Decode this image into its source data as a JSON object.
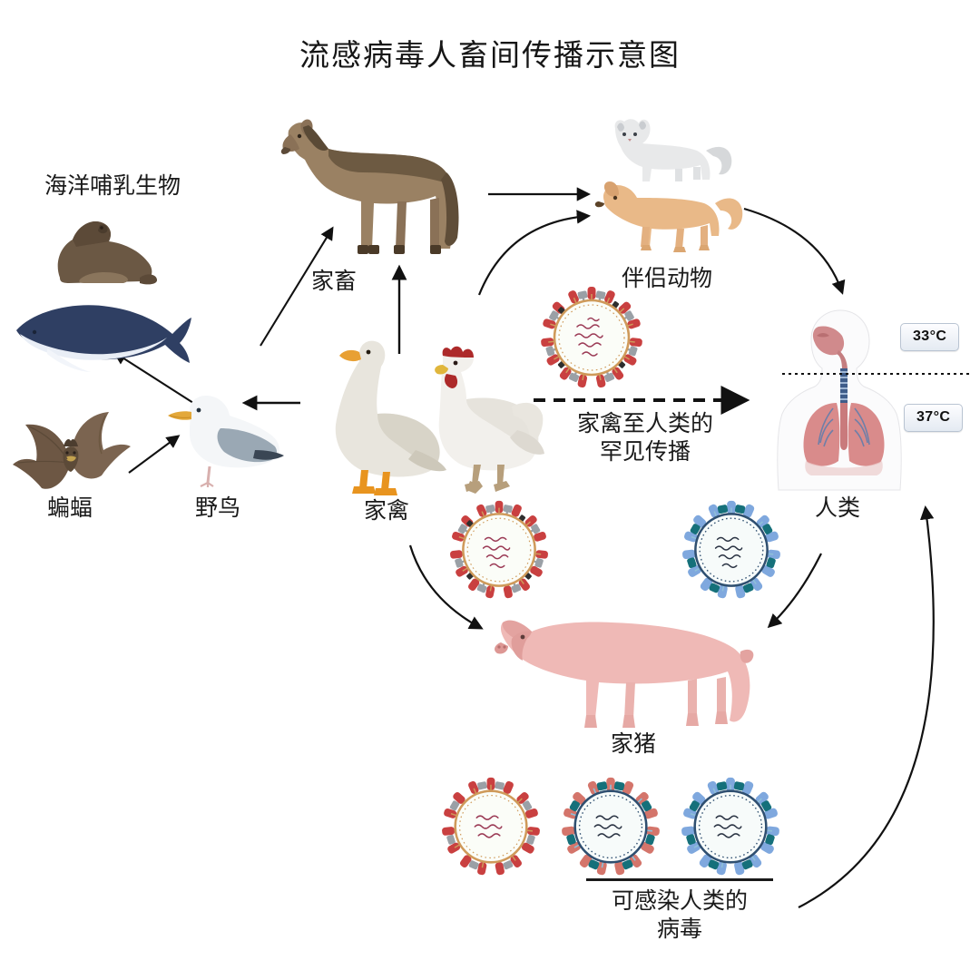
{
  "title": "流感病毒人畜间传播示意图",
  "nodes": {
    "marine_mammals": "海洋哺乳生物",
    "bat": "蝙蝠",
    "wild_birds": "野鸟",
    "livestock": "家畜",
    "poultry": "家禽",
    "companion_animals": "伴侣动物",
    "humans": "人类",
    "pig": "家猪"
  },
  "annotations": {
    "rare_poultry_to_human_line1": "家禽至人类的",
    "rare_poultry_to_human_line2": "罕见传播",
    "human_infecting_viruses_line1": "可感染人类的",
    "human_infecting_viruses_line2": "病毒"
  },
  "temperatures": {
    "upper_airway": "33°C",
    "lower_airway": "37°C"
  },
  "colors": {
    "virus_red_spike": "#c94040",
    "virus_red_envelope": "#cf9a5a",
    "virus_blue_spike": "#7fa8de",
    "virus_blue_envelope": "#2f4f70",
    "virus_teal_na": "#15707a",
    "virus_gray_na": "#9aa0a6",
    "arrow": "#111111",
    "title_text": "#161616",
    "badge_border": "#b9c4d2",
    "horse_body": "#8e7254",
    "whale_body": "#2f3f63",
    "seal_body": "#6b5844",
    "bat_body": "#7b6450",
    "gull_body": "#f2f4f6",
    "dog_body": "#e9b988",
    "cat_body": "#e8e9ea",
    "pig_body": "#efb9b6",
    "lung_body": "#d98b8b"
  }
}
